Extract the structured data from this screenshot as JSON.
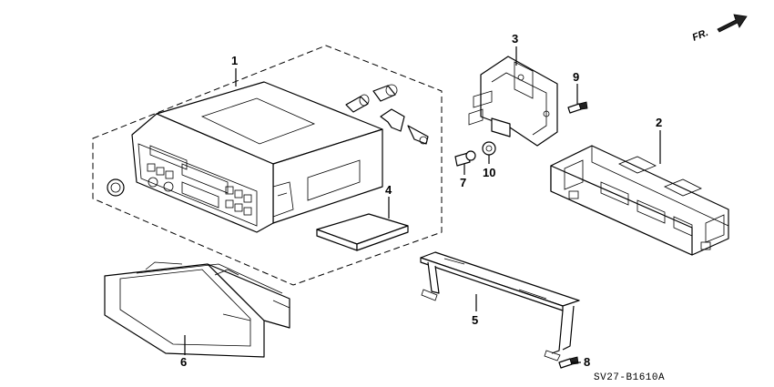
{
  "diagram": {
    "direction_label": "FR.",
    "diagram_code": "SV27-B1610A",
    "callouts": {
      "radio_assembly": "1",
      "bracket_box": "2",
      "mount_bracket": "3",
      "label_card": "4",
      "support_bracket": "5",
      "pocket_bezel": "6",
      "bolt_7": "7",
      "screw_8": "8",
      "screw_9": "9",
      "washer_10": "10"
    }
  }
}
